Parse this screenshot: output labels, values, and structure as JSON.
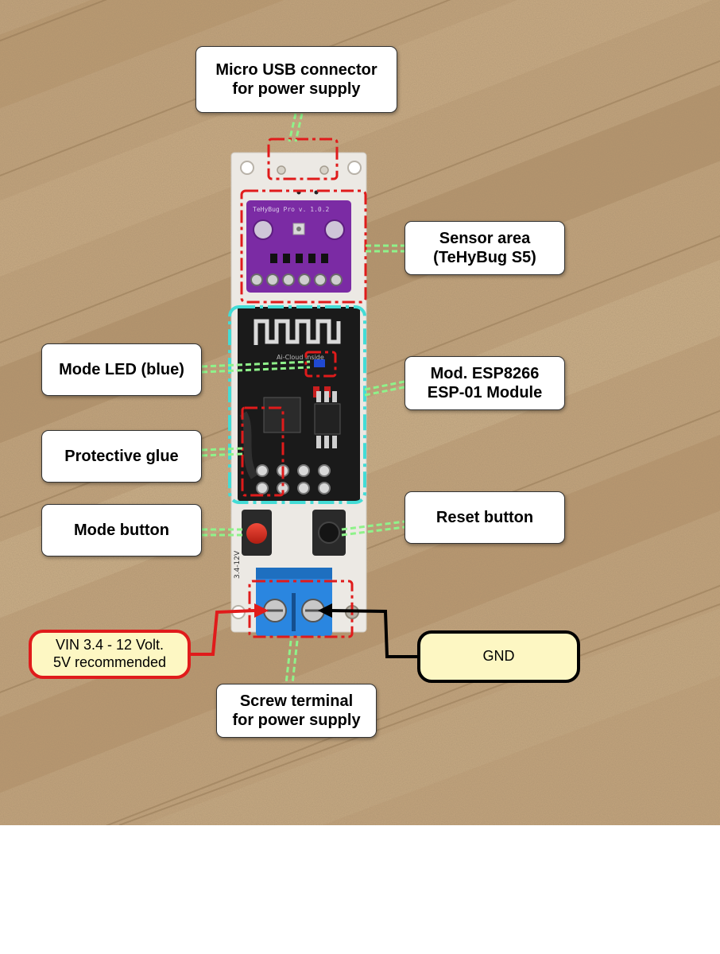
{
  "colors": {
    "wood": "#c4a57d",
    "pcb": "#ece9e4",
    "sensor_board": "#7b2ba4",
    "esp_board": "#1a1a1a",
    "terminal": "#2a86e0",
    "highlight_red": "#e01b1b",
    "highlight_cyan": "#43dcd6",
    "leader_green": "#8ff28a",
    "callout_yellow": "#fdf7c3"
  },
  "labels": {
    "usb": "Micro USB connector\nfor power supply",
    "sensor": "Sensor area\n(TeHyBug S5)",
    "led": "Mode LED (blue)",
    "esp": "Mod. ESP8266\nESP-01 Module",
    "glue": "Protective glue",
    "mode_button": "Mode button",
    "reset_button": "Reset button",
    "screw_terminal": "Screw terminal\nfor power supply",
    "vin": "VIN 3.4 - 12 Volt.\n5V recommended",
    "gnd": "GND"
  },
  "board_text": {
    "sensor_silkscreen": "TeHyBug Pro v. 1.0.2",
    "esp_silkscreen": "Ai-Cloud Inside",
    "terminal_silkscreen": "3.4-12V"
  }
}
